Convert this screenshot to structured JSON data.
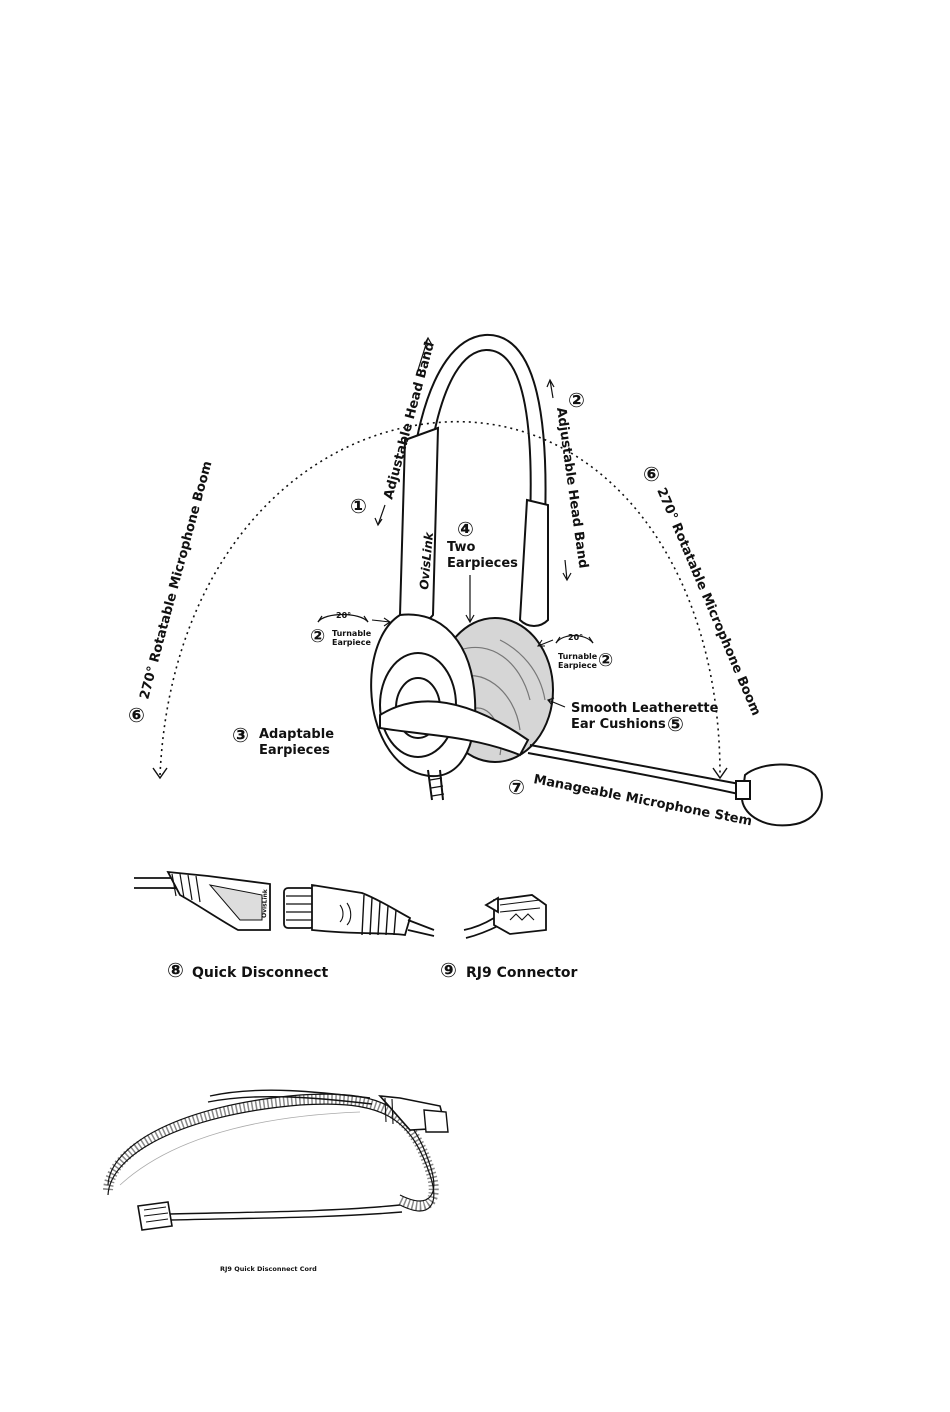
{
  "labels": {
    "adjustable_head_band_left": "Adjustable Head Band",
    "adjustable_head_band_right": "Adjustable Head Band",
    "two_earpieces_line1": "Two",
    "two_earpieces_line2": "Earpieces",
    "rotatable_boom_left": "270° Rotatable Microphone Boom",
    "rotatable_boom_right": "270° Rotatable Microphone Boom",
    "turnable_angle": "20°",
    "turnable_line1": "Turnable",
    "turnable_line2": "Earpiece",
    "adaptable_line1": "Adaptable",
    "adaptable_line2": "Earpieces",
    "cushions_line1": "Smooth Leatherette",
    "cushions_line2": "Ear Cushions",
    "mic_stem": "Manageable Microphone Stem",
    "quick_disconnect": "Quick Disconnect",
    "rj9_connector": "RJ9 Connector",
    "cord_caption": "RJ9 Quick Disconnect Cord"
  },
  "brand": {
    "logo_text": "OvisLink"
  },
  "callout_numbers": {
    "n1": "①",
    "n2": "②",
    "n3": "③",
    "n4": "④",
    "n5": "⑤",
    "n6": "⑥",
    "n7": "⑦",
    "n8": "⑧",
    "n9": "⑨"
  },
  "colors": {
    "ink": "#111111",
    "cushion": "#cfcfcf",
    "paper": "#ffffff"
  }
}
